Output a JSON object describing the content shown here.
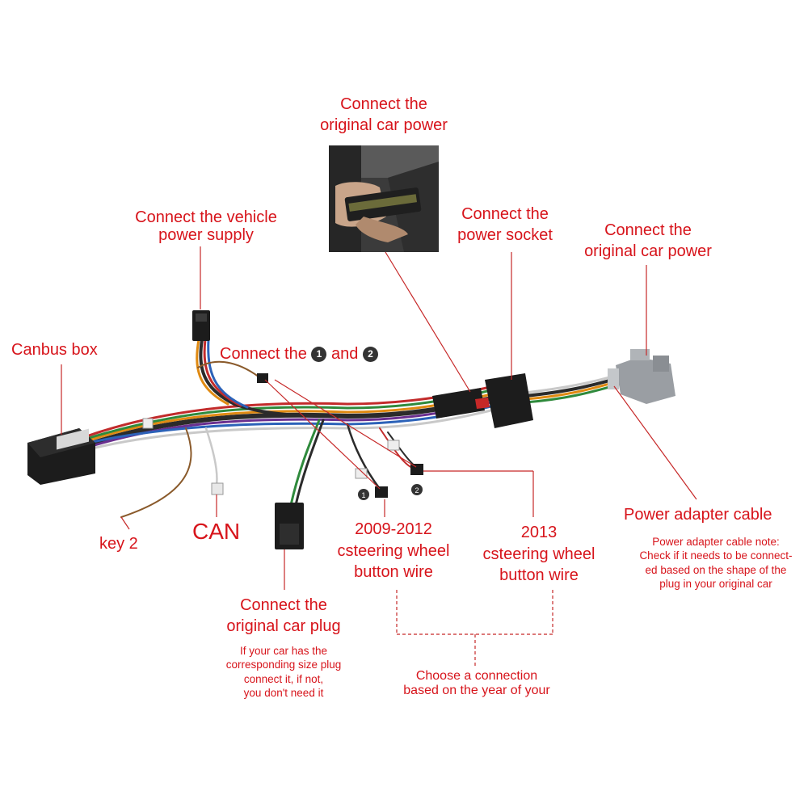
{
  "labels": {
    "top_photo_line1": "Connect the",
    "top_photo_line2": "original car power",
    "vehicle_power_line1": "Connect the vehicle",
    "vehicle_power_line2": "power supply",
    "power_socket_line1": "Connect the",
    "power_socket_line2": "power socket",
    "right_power_line1": "Connect the",
    "right_power_line2": "original car power",
    "canbus_box": "Canbus box",
    "connect_12_prefix": "Connect the",
    "connect_12_and": "and",
    "num_1": "1",
    "num_2": "2",
    "key2": "key 2",
    "can": "CAN",
    "wire_2009_line1": "2009-2012",
    "wire_2009_line2": "csteering wheel",
    "wire_2009_line3": "button wire",
    "wire_2013_line1": "2013",
    "wire_2013_line2": "csteering wheel",
    "wire_2013_line3": "button wire",
    "power_adapter_cable": "Power adapter cable",
    "adapter_note_line1": "Power adapter cable note:",
    "adapter_note_line2": "Check if it needs to be connect-",
    "adapter_note_line3": "ed based on the shape of the",
    "adapter_note_line4": "plug in your original car",
    "orig_plug_line1": "Connect the",
    "orig_plug_line2": "original car plug",
    "orig_plug_note_line1": "If your car has the",
    "orig_plug_note_line2": "corresponding size plug",
    "orig_plug_note_line3": "connect it, if not,",
    "orig_plug_note_line4": "you don't need it",
    "choose_line1": "Choose a connection",
    "choose_line2": "based on the year of your"
  },
  "colors": {
    "label_red": "#d7141b",
    "leader_line": "#c62828",
    "connector_black": "#1c1c1c",
    "connector_grey": "#9a9ea3",
    "badge_dark": "#333333"
  }
}
